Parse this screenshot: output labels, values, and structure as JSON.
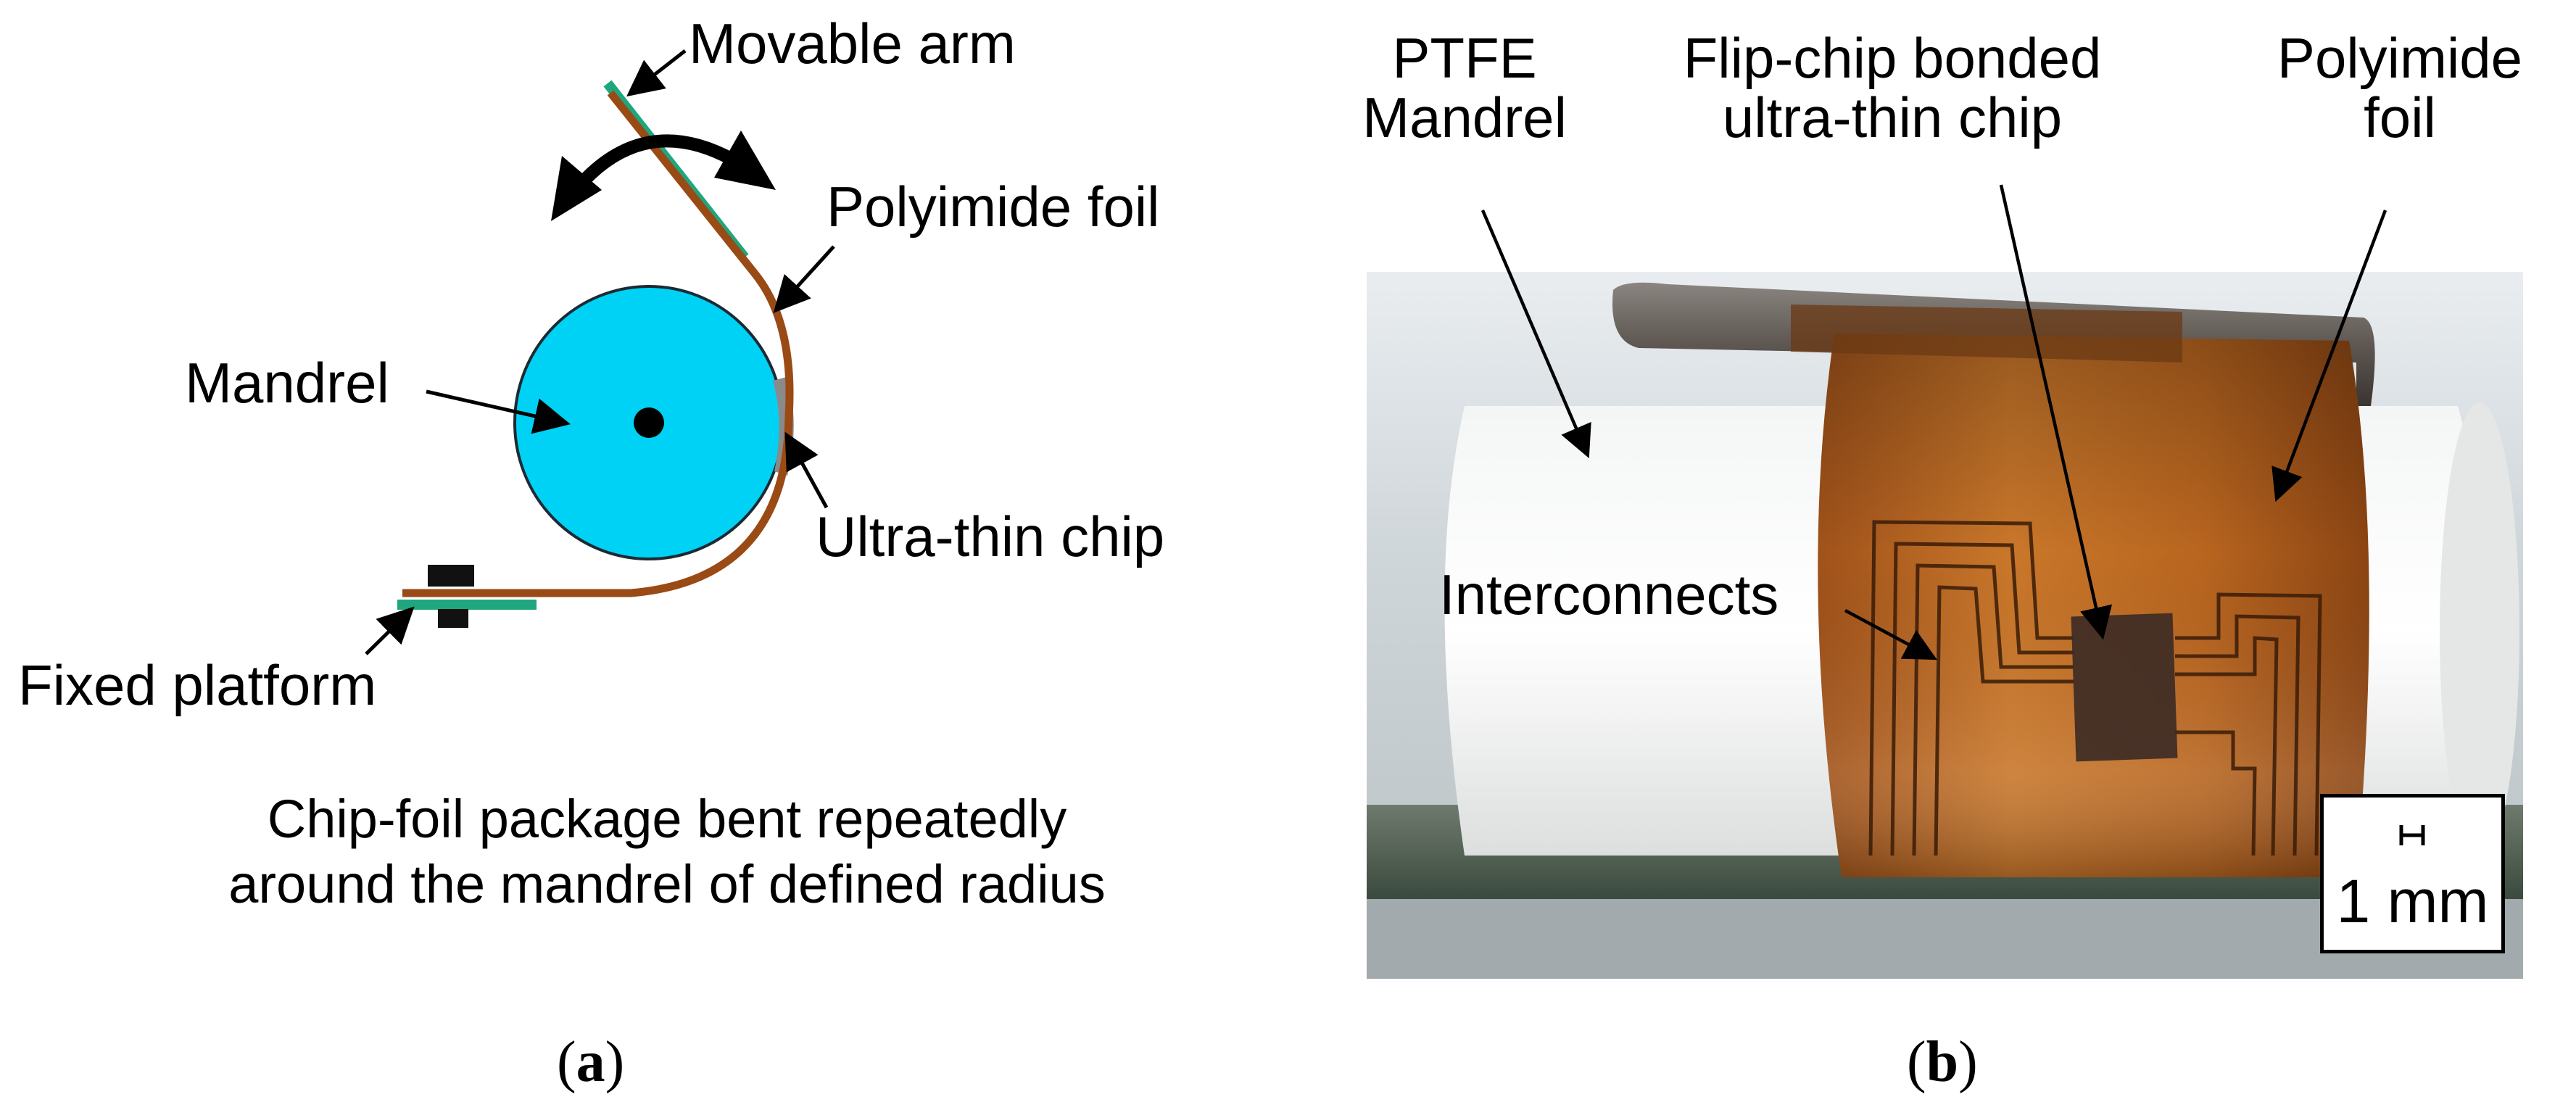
{
  "panel_a": {
    "label_movable_arm": "Movable arm",
    "label_polyimide_foil": "Polyimide foil",
    "label_mandrel": "Mandrel",
    "label_ultra_thin_chip": "Ultra-thin chip",
    "label_fixed_platform": "Fixed platform",
    "caption_line1": "Chip-foil package bent repeatedly",
    "caption_line2": "around the mandrel of defined radius",
    "subfigure_letter": "a"
  },
  "panel_b": {
    "label_ptfe_line1": "PTFE",
    "label_ptfe_line2": "Mandrel",
    "label_flipchip_line1": "Flip-chip bonded",
    "label_flipchip_line2": "ultra-thin chip",
    "label_polyimide_line1": "Polyimide",
    "label_polyimide_line2": "foil",
    "label_interconnects": "Interconnects",
    "scale_bar_text": "1 mm",
    "subfigure_letter": "b"
  },
  "colors": {
    "mandrel_fill": "#00d2f5",
    "foil": "#9a4a14",
    "arm_green": "#1ea77e",
    "chip_gray": "#8a8a8a"
  }
}
